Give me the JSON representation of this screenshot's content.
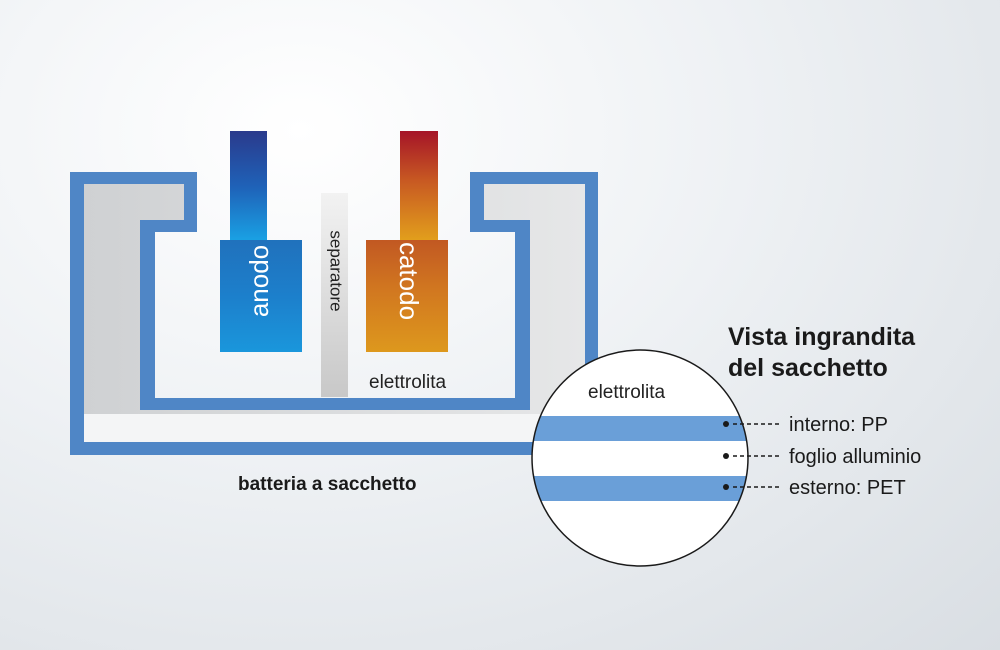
{
  "diagram": {
    "electrodes": {
      "anode": "anodo",
      "cathode": "catodo",
      "separator": "separatore"
    },
    "electrolyte_inner": "elettrolita",
    "electrolyte_zoom": "elettrolita",
    "battery_label": "batteria a sacchetto",
    "zoom_title_line1": "Vista ingrandita",
    "zoom_title_line2": "del sacchetto",
    "layers": [
      {
        "label": "interno: PP"
      },
      {
        "label": "foglio alluminio"
      },
      {
        "label": "esterno: PET"
      }
    ],
    "colors": {
      "pouch_outline": "#4f86c6",
      "pouch_fill": "#d7d9db",
      "layer_blue": "#6a9fd8",
      "anode_top": "#2a3f8f",
      "anode_bottom": "#1a9ae0",
      "cathode_top": "#a8182a",
      "cathode_bottom": "#e0a020",
      "separator": "#d2d2d2"
    }
  }
}
